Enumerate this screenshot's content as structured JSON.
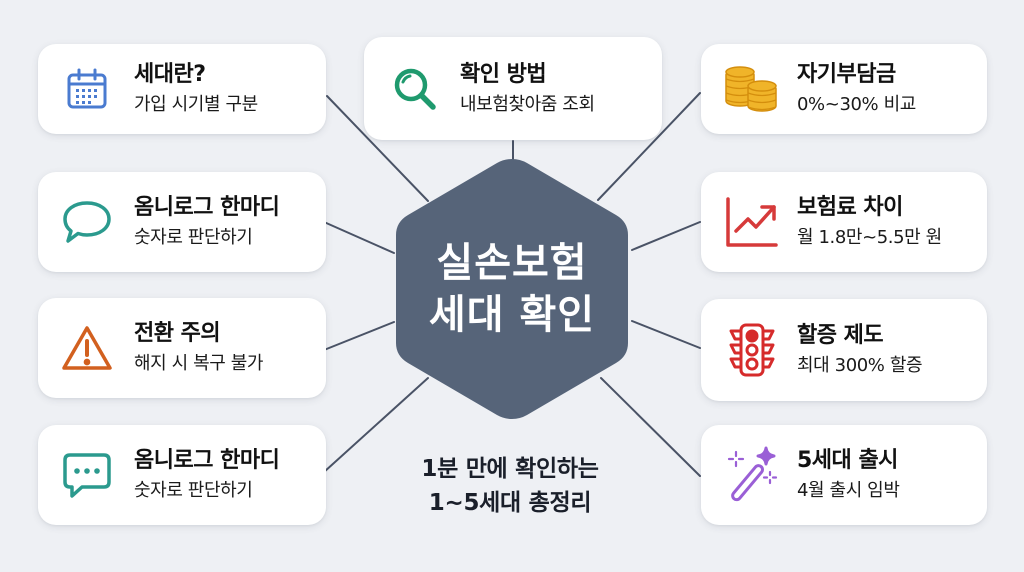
{
  "center": {
    "line1": "실손보험",
    "line2": "세대 확인",
    "color": "#566479"
  },
  "tagline": {
    "line1": "1분 만에 확인하는",
    "line2": "1~5세대 총정리"
  },
  "cards": {
    "generation": {
      "title": "세대란?",
      "sub": "가입 시기별 구분",
      "icon": "calendar-icon",
      "color": "#4a7bd0"
    },
    "check_method": {
      "title": "확인 방법",
      "sub": "내보험찾아줌 조회",
      "icon": "magnifier-icon",
      "color": "#1f9a6e"
    },
    "deductible": {
      "title": "자기부담금",
      "sub": "0%~30% 비교",
      "icon": "coins-icon",
      "color": "#e3a21f"
    },
    "tip_1": {
      "title": "옴니로그 한마디",
      "sub": "숫자로 판단하기",
      "icon": "speech-bubble-icon",
      "color": "#2b9a8e"
    },
    "premium_diff": {
      "title": "보험료 차이",
      "sub": "월 1.8만~5.5만 원",
      "icon": "trend-chart-icon",
      "color": "#d63a3a"
    },
    "switch_warning": {
      "title": "전환 주의",
      "sub": "해지 시 복구 불가",
      "icon": "warning-icon",
      "color": "#d2601f"
    },
    "surcharge": {
      "title": "할증 제도",
      "sub": "최대 300% 할증",
      "icon": "traffic-light-icon",
      "color": "#d62b2b"
    },
    "tip_2": {
      "title": "옴니로그 한마디",
      "sub": "숫자로 판단하기",
      "icon": "chat-dots-icon",
      "color": "#2b9a8e"
    },
    "gen5_launch": {
      "title": "5세대 출시",
      "sub": "4월 출시 임박",
      "icon": "magic-wand-icon",
      "color": "#9a5fd6"
    }
  }
}
